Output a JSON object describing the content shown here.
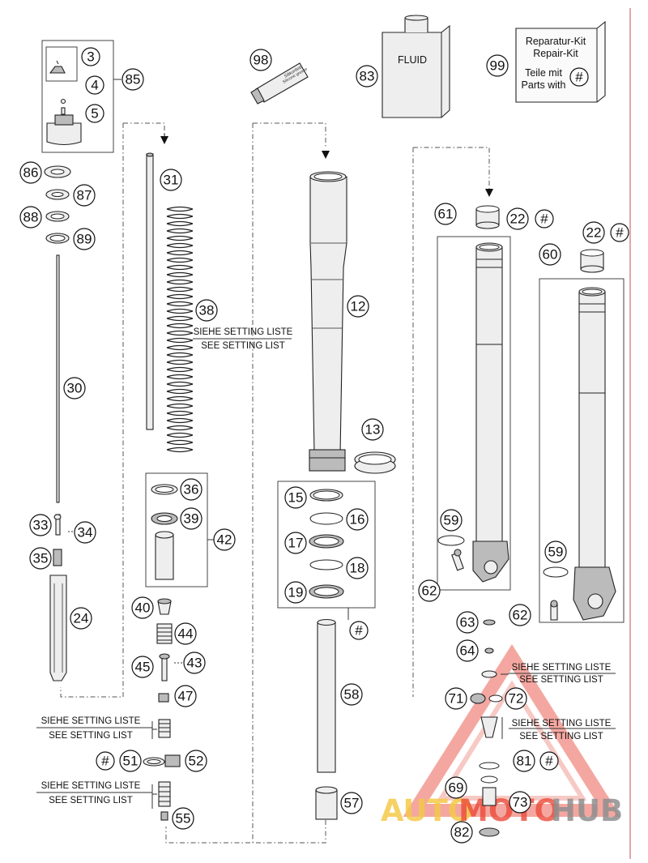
{
  "labels": {
    "p3": "3",
    "p4": "4",
    "p5": "5",
    "p85": "85",
    "p98": "98",
    "p83": "83",
    "p99": "99",
    "p86": "86",
    "p87": "87",
    "p88": "88",
    "p89": "89",
    "p30": "30",
    "p31": "31",
    "p38": "38",
    "p12": "12",
    "p13": "13",
    "p61": "61",
    "p60": "60",
    "p22a": "22",
    "p22b": "22",
    "p33": "33",
    "p34": "34",
    "p35": "35",
    "p24": "24",
    "p36": "36",
    "p39": "39",
    "p42": "42",
    "p15": "15",
    "p16": "16",
    "p17": "17",
    "p18": "18",
    "p19": "19",
    "p59a": "59",
    "p59b": "59",
    "p62a": "62",
    "p62b": "62",
    "p40": "40",
    "p44": "44",
    "p45": "45",
    "p43": "43",
    "p47": "47",
    "p51": "51",
    "p52": "52",
    "p55": "55",
    "p58": "58",
    "p57": "57",
    "p63": "63",
    "p64": "64",
    "p71": "71",
    "p72": "72",
    "p81": "81",
    "p69": "69",
    "p73": "73",
    "p82": "82"
  },
  "hash": "#",
  "fluid_label": "FLUID",
  "tube_label_line1": "Silikonfett",
  "tube_label_line2": "Silicone grease",
  "kit_box": {
    "line1": "Reparatur-Kit",
    "line2": "Repair-Kit",
    "line3": "Teile mit",
    "line4": "Parts with"
  },
  "setting_note": {
    "de": "SIEHE SETTING LISTE",
    "en": "SEE SETTING LIST"
  },
  "watermark": {
    "part1": "AUTO",
    "part2": "MOTO",
    "part3": "HUB",
    "color1": "#f5c94a",
    "color2": "#e8402f",
    "color3": "#8a8a8a"
  }
}
